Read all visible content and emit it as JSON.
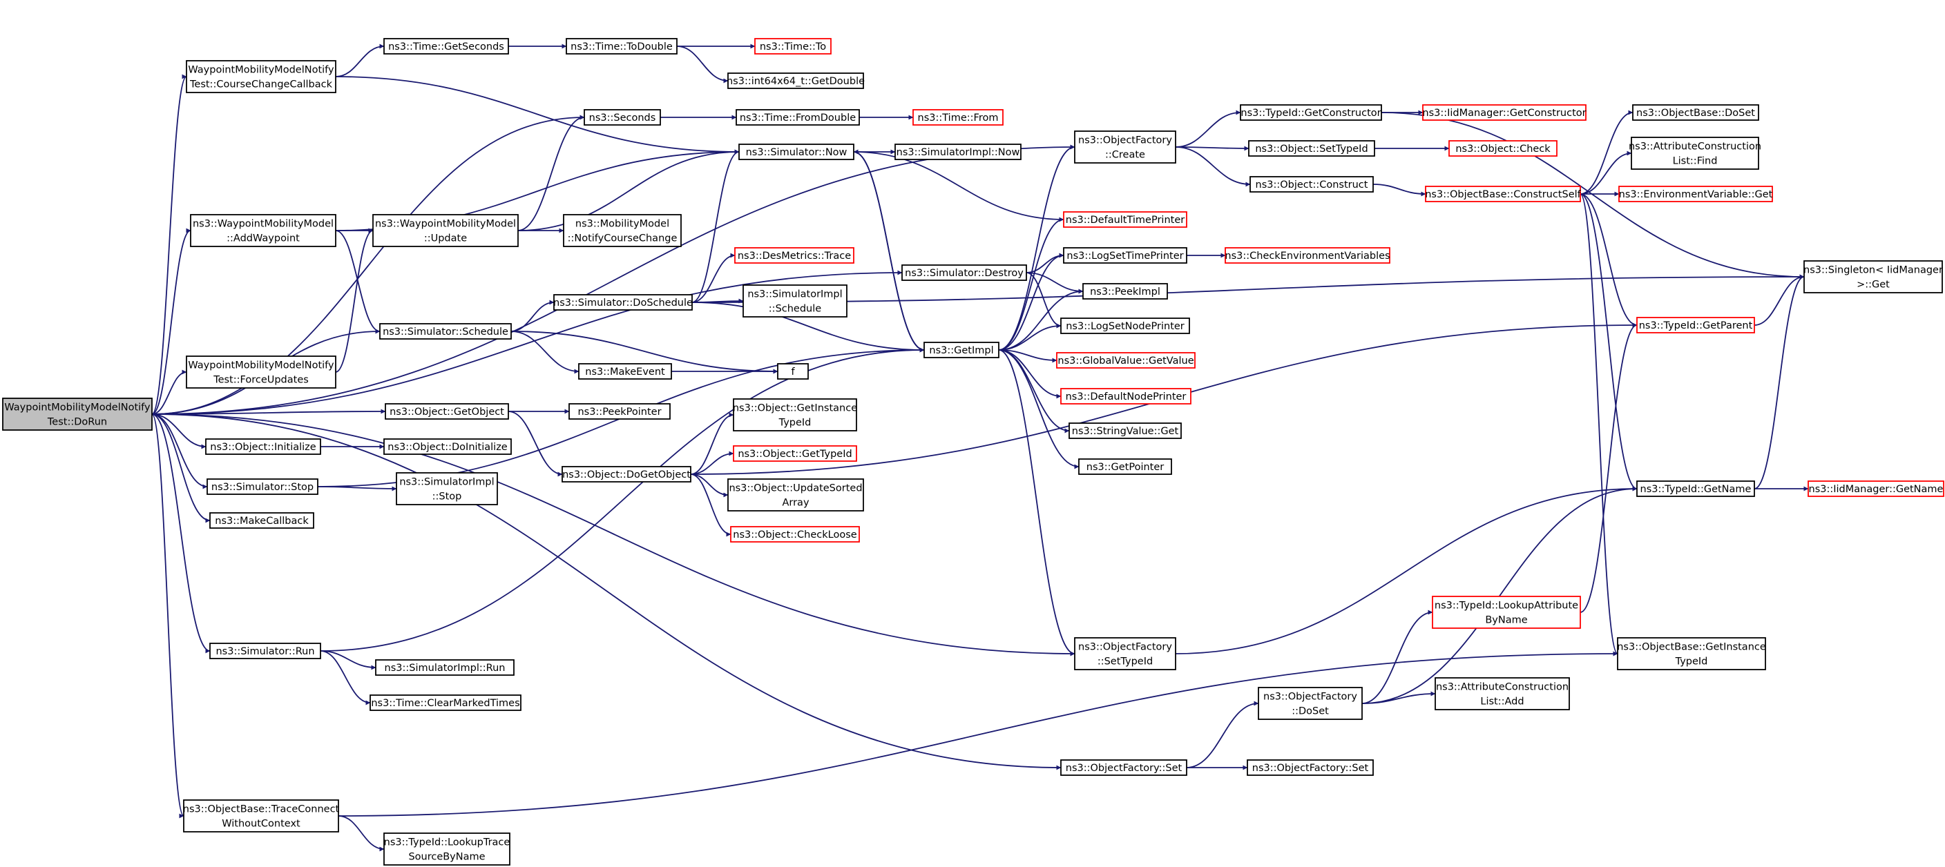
{
  "colors": {
    "edge": "#191970",
    "border_normal": "#000000",
    "border_truncated": "#ff0000",
    "root_fill": "#bfbfbf",
    "node_fill": "#ffffff",
    "text": "#000000"
  },
  "nodes": [
    {
      "id": "root",
      "lines": [
        "WaypointMobilityModelNotify",
        "Test::DoRun"
      ],
      "style": "root"
    },
    {
      "id": "cc_cb",
      "lines": [
        "WaypointMobilityModelNotify",
        "Test::CourseChangeCallback"
      ],
      "style": "normal"
    },
    {
      "id": "force_upd",
      "lines": [
        "WaypointMobilityModelNotify",
        "Test::ForceUpdates"
      ],
      "style": "normal"
    },
    {
      "id": "time_getseconds",
      "lines": [
        "ns3::Time::GetSeconds"
      ],
      "style": "normal"
    },
    {
      "id": "time_todouble",
      "lines": [
        "ns3::Time::ToDouble"
      ],
      "style": "normal"
    },
    {
      "id": "time_to",
      "lines": [
        "ns3::Time::To"
      ],
      "style": "truncated"
    },
    {
      "id": "int64_getdouble",
      "lines": [
        "ns3::int64x64_t::GetDouble"
      ],
      "style": "normal"
    },
    {
      "id": "seconds",
      "lines": [
        "ns3::Seconds"
      ],
      "style": "normal"
    },
    {
      "id": "time_fromdouble",
      "lines": [
        "ns3::Time::FromDouble"
      ],
      "style": "normal"
    },
    {
      "id": "time_from",
      "lines": [
        "ns3::Time::From"
      ],
      "style": "truncated"
    },
    {
      "id": "sim_now",
      "lines": [
        "ns3::Simulator::Now"
      ],
      "style": "normal"
    },
    {
      "id": "simimpl_now",
      "lines": [
        "ns3::SimulatorImpl::Now"
      ],
      "style": "normal"
    },
    {
      "id": "wmm_addwp",
      "lines": [
        "ns3::WaypointMobilityModel",
        "::AddWaypoint"
      ],
      "style": "normal"
    },
    {
      "id": "wmm_update",
      "lines": [
        "ns3::WaypointMobilityModel",
        "::Update"
      ],
      "style": "normal"
    },
    {
      "id": "mm_notify",
      "lines": [
        "ns3::MobilityModel",
        "::NotifyCourseChange"
      ],
      "style": "normal"
    },
    {
      "id": "desmetrics",
      "lines": [
        "ns3::DesMetrics::Trace"
      ],
      "style": "truncated"
    },
    {
      "id": "sim_destroy",
      "lines": [
        "ns3::Simulator::Destroy"
      ],
      "style": "normal"
    },
    {
      "id": "sim_doschedule",
      "lines": [
        "ns3::Simulator::DoSchedule"
      ],
      "style": "normal"
    },
    {
      "id": "simimpl_schedule",
      "lines": [
        "ns3::SimulatorImpl",
        "::Schedule"
      ],
      "style": "normal"
    },
    {
      "id": "sim_schedule",
      "lines": [
        "ns3::Simulator::Schedule"
      ],
      "style": "normal"
    },
    {
      "id": "makeevent",
      "lines": [
        "ns3::MakeEvent"
      ],
      "style": "normal"
    },
    {
      "id": "f",
      "lines": [
        "f"
      ],
      "style": "normal"
    },
    {
      "id": "obj_getobject",
      "lines": [
        "ns3::Object::GetObject"
      ],
      "style": "normal"
    },
    {
      "id": "peekpointer",
      "lines": [
        "ns3::PeekPointer"
      ],
      "style": "normal"
    },
    {
      "id": "obj_initialize",
      "lines": [
        "ns3::Object::Initialize"
      ],
      "style": "normal"
    },
    {
      "id": "obj_doinitialize",
      "lines": [
        "ns3::Object::DoInitialize"
      ],
      "style": "normal"
    },
    {
      "id": "obj_dogetobject",
      "lines": [
        "ns3::Object::DoGetObject"
      ],
      "style": "normal"
    },
    {
      "id": "obj_getinstancetypeid",
      "lines": [
        "ns3::Object::GetInstance",
        "TypeId"
      ],
      "style": "normal"
    },
    {
      "id": "obj_gettypeid",
      "lines": [
        "ns3::Object::GetTypeId"
      ],
      "style": "truncated"
    },
    {
      "id": "obj_updatesorted",
      "lines": [
        "ns3::Object::UpdateSorted",
        "Array"
      ],
      "style": "normal"
    },
    {
      "id": "obj_checkloose",
      "lines": [
        "ns3::Object::CheckLoose"
      ],
      "style": "truncated"
    },
    {
      "id": "sim_stop",
      "lines": [
        "ns3::Simulator::Stop"
      ],
      "style": "normal"
    },
    {
      "id": "simimpl_stop",
      "lines": [
        "ns3::SimulatorImpl",
        "::Stop"
      ],
      "style": "normal"
    },
    {
      "id": "makecallback",
      "lines": [
        "ns3::MakeCallback"
      ],
      "style": "normal"
    },
    {
      "id": "sim_run",
      "lines": [
        "ns3::Simulator::Run"
      ],
      "style": "normal"
    },
    {
      "id": "simimpl_run",
      "lines": [
        "ns3::SimulatorImpl::Run"
      ],
      "style": "normal"
    },
    {
      "id": "time_clearmarked",
      "lines": [
        "ns3::Time::ClearMarkedTimes"
      ],
      "style": "normal"
    },
    {
      "id": "objbase_traceconnect",
      "lines": [
        "ns3::ObjectBase::TraceConnect",
        "WithoutContext"
      ],
      "style": "normal"
    },
    {
      "id": "typeid_lookuptrace",
      "lines": [
        "ns3::TypeId::LookupTrace",
        "SourceByName"
      ],
      "style": "normal"
    },
    {
      "id": "getimpl",
      "lines": [
        "ns3::GetImpl"
      ],
      "style": "normal"
    },
    {
      "id": "of_create",
      "lines": [
        "ns3::ObjectFactory",
        "::Create"
      ],
      "style": "normal"
    },
    {
      "id": "defaulttimeprinter",
      "lines": [
        "ns3::DefaultTimePrinter"
      ],
      "style": "truncated"
    },
    {
      "id": "logsettimeprinter",
      "lines": [
        "ns3::LogSetTimePrinter"
      ],
      "style": "normal"
    },
    {
      "id": "checkenv",
      "lines": [
        "ns3::CheckEnvironmentVariables"
      ],
      "style": "truncated"
    },
    {
      "id": "peekimpl",
      "lines": [
        "ns3::PeekImpl"
      ],
      "style": "normal"
    },
    {
      "id": "logsetnodeprinter",
      "lines": [
        "ns3::LogSetNodePrinter"
      ],
      "style": "normal"
    },
    {
      "id": "globalvalue_get",
      "lines": [
        "ns3::GlobalValue::GetValue"
      ],
      "style": "truncated"
    },
    {
      "id": "defaultnodeprinter",
      "lines": [
        "ns3::DefaultNodePrinter"
      ],
      "style": "truncated"
    },
    {
      "id": "stringvalue_get",
      "lines": [
        "ns3::StringValue::Get"
      ],
      "style": "normal"
    },
    {
      "id": "getpointer",
      "lines": [
        "ns3::GetPointer"
      ],
      "style": "normal"
    },
    {
      "id": "of_settypeid",
      "lines": [
        "ns3::ObjectFactory",
        "::SetTypeId"
      ],
      "style": "normal"
    },
    {
      "id": "of_set",
      "lines": [
        "ns3::ObjectFactory::Set"
      ],
      "style": "normal"
    },
    {
      "id": "of_set2",
      "lines": [
        "ns3::ObjectFactory::Set"
      ],
      "style": "normal"
    },
    {
      "id": "of_doset",
      "lines": [
        "ns3::ObjectFactory",
        "::DoSet"
      ],
      "style": "normal"
    },
    {
      "id": "typeid_getconstructor",
      "lines": [
        "ns3::TypeId::GetConstructor"
      ],
      "style": "normal"
    },
    {
      "id": "iidmgr_getconstructor",
      "lines": [
        "ns3::IidManager::GetConstructor"
      ],
      "style": "truncated"
    },
    {
      "id": "obj_settypeid",
      "lines": [
        "ns3::Object::SetTypeId"
      ],
      "style": "normal"
    },
    {
      "id": "obj_check",
      "lines": [
        "ns3::Object::Check"
      ],
      "style": "truncated"
    },
    {
      "id": "obj_construct",
      "lines": [
        "ns3::Object::Construct"
      ],
      "style": "normal"
    },
    {
      "id": "objbase_constructself",
      "lines": [
        "ns3::ObjectBase::ConstructSelf"
      ],
      "style": "truncated"
    },
    {
      "id": "objbase_doset",
      "lines": [
        "ns3::ObjectBase::DoSet"
      ],
      "style": "normal"
    },
    {
      "id": "attrconstr_find",
      "lines": [
        "ns3::AttributeConstruction",
        "List::Find"
      ],
      "style": "normal"
    },
    {
      "id": "envvar_get",
      "lines": [
        "ns3::EnvironmentVariable::Get"
      ],
      "style": "truncated"
    },
    {
      "id": "singleton_get",
      "lines": [
        "ns3::Singleton< IidManager",
        " >::Get"
      ],
      "style": "normal"
    },
    {
      "id": "typeid_getparent",
      "lines": [
        "ns3::TypeId::GetParent"
      ],
      "style": "truncated"
    },
    {
      "id": "typeid_getname",
      "lines": [
        "ns3::TypeId::GetName"
      ],
      "style": "normal"
    },
    {
      "id": "iidmgr_getname",
      "lines": [
        "ns3::IidManager::GetName"
      ],
      "style": "truncated"
    },
    {
      "id": "typeid_lookupattr",
      "lines": [
        "ns3::TypeId::LookupAttribute",
        "ByName"
      ],
      "style": "truncated"
    },
    {
      "id": "objbase_getinstancetypeid",
      "lines": [
        "ns3::ObjectBase::GetInstance",
        "TypeId"
      ],
      "style": "normal"
    },
    {
      "id": "attrconstr_add",
      "lines": [
        "ns3::AttributeConstruction",
        "List::Add"
      ],
      "style": "normal"
    }
  ],
  "edges": [
    [
      "root",
      "cc_cb"
    ],
    [
      "root",
      "of_create"
    ],
    [
      "root",
      "seconds"
    ],
    [
      "root",
      "wmm_addwp"
    ],
    [
      "root",
      "sim_destroy"
    ],
    [
      "root",
      "sim_schedule"
    ],
    [
      "root",
      "force_upd"
    ],
    [
      "root",
      "obj_getobject"
    ],
    [
      "root",
      "obj_initialize"
    ],
    [
      "root",
      "sim_stop"
    ],
    [
      "root",
      "makecallback"
    ],
    [
      "root",
      "sim_run"
    ],
    [
      "root",
      "of_settypeid"
    ],
    [
      "root",
      "of_set"
    ],
    [
      "root",
      "objbase_traceconnect"
    ],
    [
      "cc_cb",
      "time_getseconds"
    ],
    [
      "cc_cb",
      "sim_now"
    ],
    [
      "time_getseconds",
      "time_todouble"
    ],
    [
      "time_todouble",
      "time_to"
    ],
    [
      "time_todouble",
      "int64_getdouble"
    ],
    [
      "seconds",
      "time_fromdouble"
    ],
    [
      "time_fromdouble",
      "time_from"
    ],
    [
      "sim_now",
      "simimpl_now"
    ],
    [
      "sim_now",
      "getimpl"
    ],
    [
      "wmm_addwp",
      "sim_now"
    ],
    [
      "wmm_addwp",
      "wmm_update"
    ],
    [
      "wmm_addwp",
      "sim_schedule"
    ],
    [
      "wmm_update",
      "seconds"
    ],
    [
      "wmm_update",
      "sim_now"
    ],
    [
      "wmm_update",
      "mm_notify"
    ],
    [
      "force_upd",
      "wmm_update"
    ],
    [
      "sim_schedule",
      "sim_doschedule"
    ],
    [
      "sim_schedule",
      "makeevent"
    ],
    [
      "sim_schedule",
      "f"
    ],
    [
      "makeevent",
      "f"
    ],
    [
      "sim_doschedule",
      "sim_now"
    ],
    [
      "sim_doschedule",
      "desmetrics"
    ],
    [
      "sim_doschedule",
      "simimpl_schedule"
    ],
    [
      "sim_doschedule",
      "getimpl"
    ],
    [
      "sim_destroy",
      "logsettimeprinter"
    ],
    [
      "sim_destroy",
      "peekimpl"
    ],
    [
      "sim_destroy",
      "logsetnodeprinter"
    ],
    [
      "obj_getobject",
      "peekpointer"
    ],
    [
      "obj_getobject",
      "obj_dogetobject"
    ],
    [
      "obj_initialize",
      "obj_doinitialize"
    ],
    [
      "obj_dogetobject",
      "obj_getinstancetypeid"
    ],
    [
      "obj_dogetobject",
      "obj_gettypeid"
    ],
    [
      "obj_dogetobject",
      "obj_updatesorted"
    ],
    [
      "obj_dogetobject",
      "obj_checkloose"
    ],
    [
      "obj_dogetobject",
      "typeid_getparent"
    ],
    [
      "sim_stop",
      "simimpl_stop"
    ],
    [
      "sim_stop",
      "getimpl"
    ],
    [
      "sim_run",
      "getimpl"
    ],
    [
      "sim_run",
      "simimpl_run"
    ],
    [
      "sim_run",
      "time_clearmarked"
    ],
    [
      "objbase_traceconnect",
      "typeid_lookuptrace"
    ],
    [
      "objbase_traceconnect",
      "objbase_getinstancetypeid"
    ],
    [
      "getimpl",
      "sim_now"
    ],
    [
      "getimpl",
      "of_create"
    ],
    [
      "getimpl",
      "defaulttimeprinter"
    ],
    [
      "getimpl",
      "logsettimeprinter"
    ],
    [
      "getimpl",
      "peekimpl"
    ],
    [
      "getimpl",
      "logsetnodeprinter"
    ],
    [
      "getimpl",
      "globalvalue_get"
    ],
    [
      "getimpl",
      "defaultnodeprinter"
    ],
    [
      "getimpl",
      "stringvalue_get"
    ],
    [
      "getimpl",
      "getpointer"
    ],
    [
      "getimpl",
      "of_settypeid"
    ],
    [
      "defaulttimeprinter",
      "sim_now"
    ],
    [
      "logsettimeprinter",
      "checkenv"
    ],
    [
      "of_create",
      "typeid_getconstructor"
    ],
    [
      "of_create",
      "obj_settypeid"
    ],
    [
      "of_create",
      "obj_construct"
    ],
    [
      "typeid_getconstructor",
      "iidmgr_getconstructor"
    ],
    [
      "typeid_getconstructor",
      "singleton_get"
    ],
    [
      "obj_settypeid",
      "obj_check"
    ],
    [
      "obj_construct",
      "objbase_constructself"
    ],
    [
      "objbase_constructself",
      "objbase_doset"
    ],
    [
      "objbase_constructself",
      "attrconstr_find"
    ],
    [
      "objbase_constructself",
      "envvar_get"
    ],
    [
      "objbase_constructself",
      "typeid_getparent"
    ],
    [
      "objbase_constructself",
      "typeid_getname"
    ],
    [
      "objbase_constructself",
      "objbase_getinstancetypeid"
    ],
    [
      "typeid_getparent",
      "singleton_get"
    ],
    [
      "typeid_getname",
      "singleton_get"
    ],
    [
      "typeid_getname",
      "iidmgr_getname"
    ],
    [
      "of_settypeid",
      "typeid_getname"
    ],
    [
      "of_set",
      "of_doset"
    ],
    [
      "of_set",
      "of_set2"
    ],
    [
      "of_doset",
      "typeid_lookupattr"
    ],
    [
      "of_doset",
      "attrconstr_add"
    ],
    [
      "of_doset",
      "typeid_getname"
    ],
    [
      "typeid_lookupattr",
      "typeid_getparent"
    ],
    [
      "sim_doschedule",
      "singleton_get"
    ]
  ]
}
